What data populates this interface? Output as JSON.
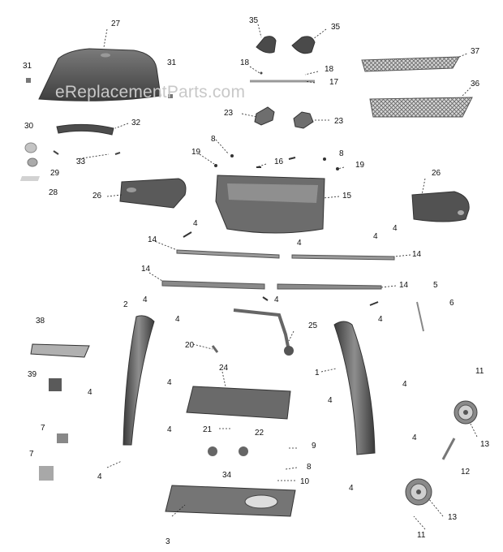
{
  "watermark": "eReplacementParts.com",
  "colors": {
    "part_dark": "#5a5a5a",
    "part_mid": "#8a8a8a",
    "part_light": "#b5b5b5",
    "label": "#111111",
    "watermark": "#c8c8c8"
  },
  "labels": {
    "l27": "27",
    "l31a": "31",
    "l31b": "31",
    "l35a": "35",
    "l35b": "35",
    "l37": "37",
    "l18a": "18",
    "l18b": "18",
    "l17": "17",
    "l36": "36",
    "l23a": "23",
    "l23b": "23",
    "l30": "30",
    "l32": "32",
    "l8a": "8",
    "l8b": "8",
    "l19a": "19",
    "l19b": "19",
    "l16": "16",
    "l29": "29",
    "l33": "33",
    "l28": "28",
    "l26a": "26",
    "l15": "15",
    "l26b": "26",
    "l4a": "4",
    "l4b": "4",
    "l4c": "4",
    "l14a": "14",
    "l14b": "14",
    "l14c": "14",
    "l14d": "14",
    "l4d": "4",
    "l4e": "4",
    "l4f": "4",
    "l5": "5",
    "l6": "6",
    "l2": "2",
    "l4g": "4",
    "l38": "38",
    "l25": "25",
    "l20": "20",
    "l24": "24",
    "l1": "1",
    "l39": "39",
    "l4h": "4",
    "l4i": "4",
    "l4j": "4",
    "l4k": "4",
    "l11a": "11",
    "l4l": "4",
    "l4m": "4",
    "l7a": "7",
    "l21": "21",
    "l22": "22",
    "l4n": "4",
    "l13a": "13",
    "l7b": "7",
    "l9": "9",
    "l34": "34",
    "l8c": "8",
    "l4o": "4",
    "l12": "12",
    "l10": "10",
    "l4p": "4",
    "l3": "3",
    "l13b": "13",
    "l11b": "11"
  }
}
